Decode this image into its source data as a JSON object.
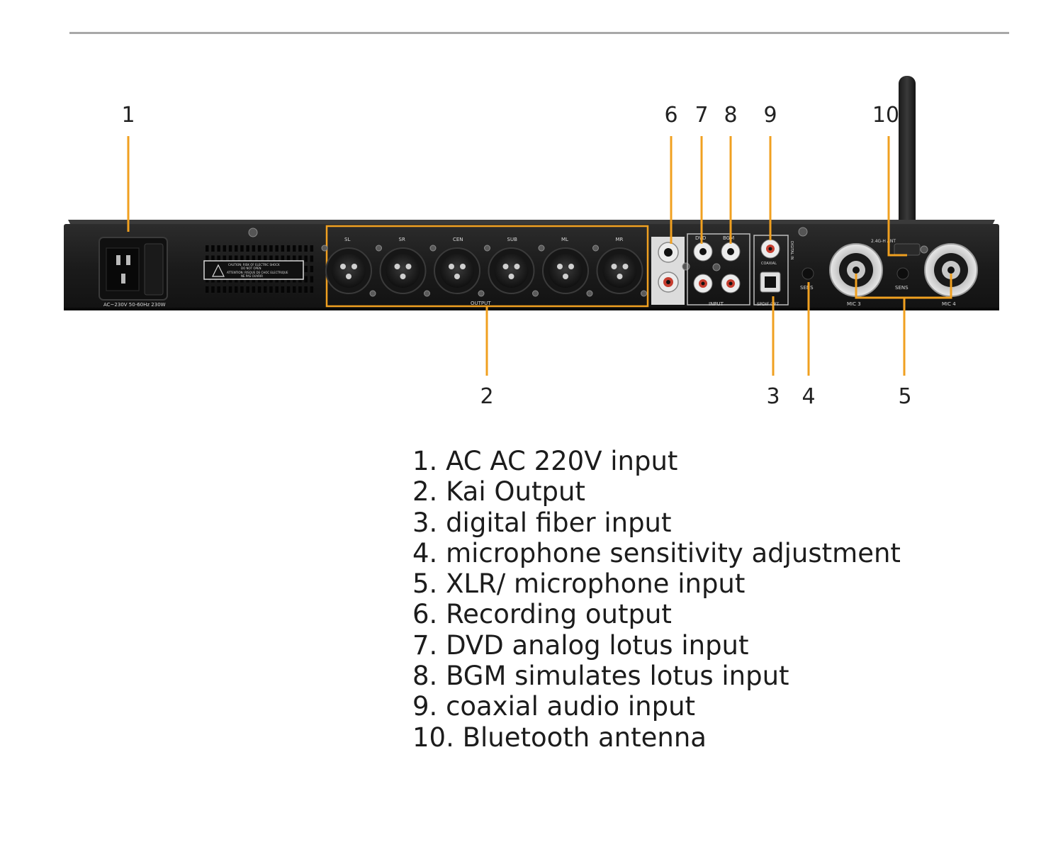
{
  "callouts": [
    {
      "number": "1"
    },
    {
      "number": "2"
    },
    {
      "number": "3"
    },
    {
      "number": "4"
    },
    {
      "number": "5"
    },
    {
      "number": "6"
    },
    {
      "number": "7"
    },
    {
      "number": "8"
    },
    {
      "number": "9"
    },
    {
      "number": "10"
    }
  ],
  "device_labels": {
    "power": "AC~230V 50-60Hz 230W",
    "caution_line1": "CAUTION: RISK OF ELECTRIC SHOCK",
    "caution_line2": "DO NOT OPEN",
    "caution_line3": "ATTENTION: RISQUE DE CHOC ELECTRIQUE",
    "caution_line4": "NE PAS OUVRIR",
    "xlr_outputs": [
      "SL",
      "SR",
      "CEN",
      "SUB",
      "ML",
      "MR"
    ],
    "output": "OUTPUT",
    "dvd": "DVD",
    "bgm": "BGM",
    "input": "INPUT",
    "coaxial": "COAXIAL",
    "digital_in": "DIGITAL IN",
    "spdif": "SPDIF OPT",
    "sens": "SENS",
    "ant": "2.4G-H ANT",
    "mic3": "MIC 3",
    "mic4": "MIC 4"
  },
  "colors": {
    "callout_line": "#f0a020",
    "chassis": "#1e1e1e",
    "rca_red": "#c63d2f"
  },
  "legend": [
    "1. AC AC 220V input",
    "2. Kai Output",
    "3. digital fiber input",
    "4. microphone sensitivity adjustment",
    "5. XLR/ microphone input",
    "6. Recording output",
    "7. DVD analog lotus input",
    "8. BGM simulates lotus input",
    "9. coaxial audio input",
    "10. Bluetooth antenna"
  ]
}
